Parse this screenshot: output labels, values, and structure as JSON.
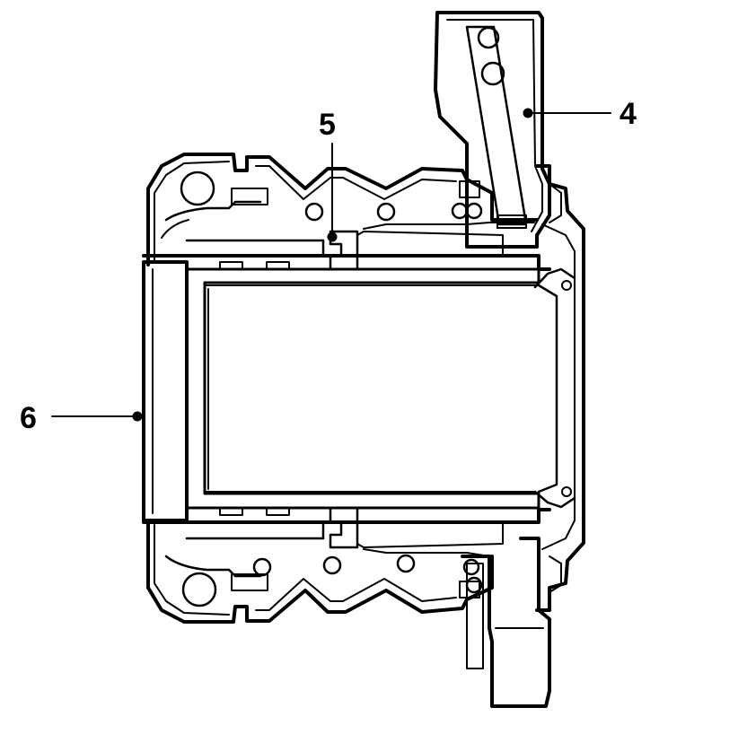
{
  "callouts": {
    "c4": "4",
    "c5": "5",
    "c6": "6"
  },
  "colors": {
    "line": "#000000",
    "fill": "#ffffff"
  }
}
